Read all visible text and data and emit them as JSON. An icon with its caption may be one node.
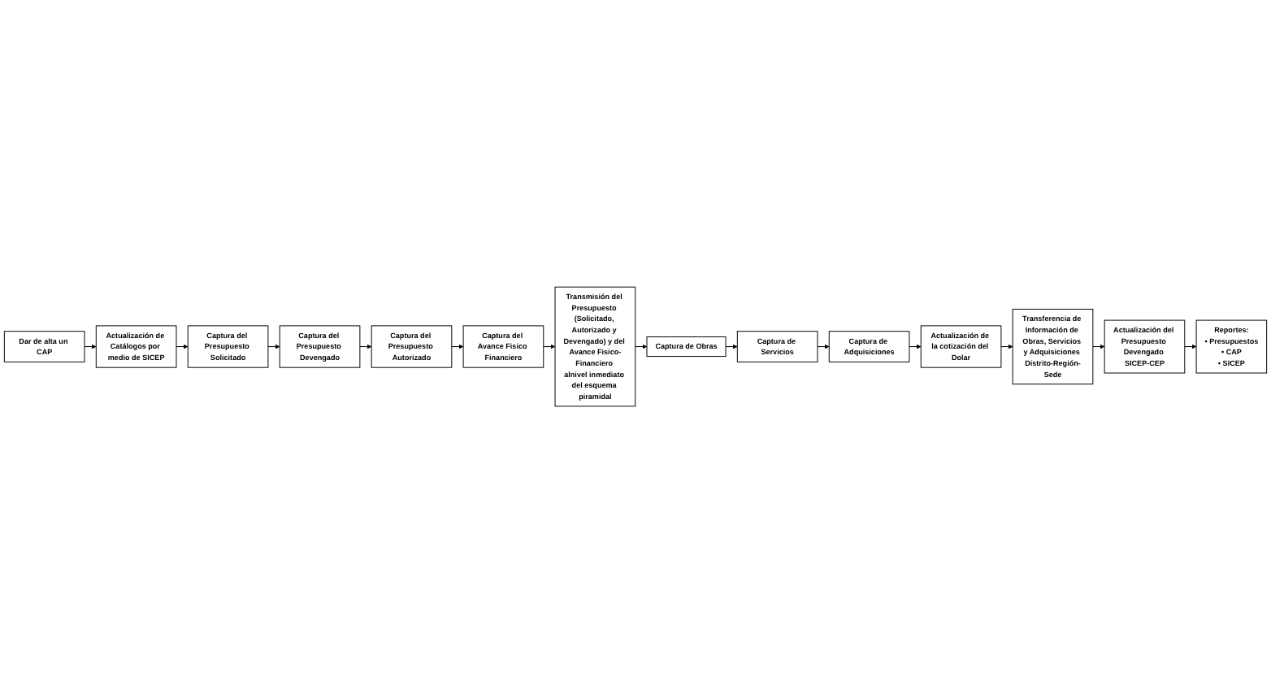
{
  "diagram": {
    "nodes": [
      {
        "text": [
          "Dar de alta un CAP"
        ]
      },
      {
        "text": [
          "Actualización de Catálogos por medio de SICEP"
        ]
      },
      {
        "text": [
          "Captura del Presupuesto Solicitado"
        ]
      },
      {
        "text": [
          "Captura del Presupuesto Devengado"
        ]
      },
      {
        "text": [
          "Captura del Presupuesto Autorizado"
        ]
      },
      {
        "text": [
          "Captura del Avance Fisico Financiero"
        ]
      },
      {
        "text": [
          "Transmisión del Presupuesto (Solicitado, Autorizado y Devengado) y del Avance Fisico-Financiero alnivel inmediato del esquema piramidal"
        ]
      },
      {
        "text": [
          "Captura de Obras"
        ]
      },
      {
        "text": [
          "Captura de Servicios"
        ]
      },
      {
        "text": [
          "Captura de Adquisiciones"
        ]
      },
      {
        "text": [
          "Actualización de la cotización del Dolar"
        ]
      },
      {
        "text": [
          "Transferencia de Información de Obras, Servicios y Adquisiciones Distrito-Región-Sede"
        ]
      },
      {
        "text": [
          "Actualización del Presupuesto Devengado SICEP-CEP"
        ]
      },
      {
        "text": [
          "Reportes:",
          "• Presupuestos",
          "• CAP",
          "• SICEP"
        ]
      }
    ],
    "edges": [
      {
        "from": 0,
        "to": 1,
        "arrow": "to"
      },
      {
        "from": 1,
        "to": 2,
        "arrow": "to"
      },
      {
        "from": 2,
        "to": 3,
        "arrow": "to"
      },
      {
        "from": 3,
        "to": 4,
        "arrow": "to"
      },
      {
        "from": 4,
        "to": 5,
        "arrow": "to"
      },
      {
        "from": 5,
        "to": 6,
        "arrow": "to"
      },
      {
        "from": 6,
        "to": 7,
        "arrow": "to"
      },
      {
        "from": 7,
        "to": 8,
        "arrow": "to"
      },
      {
        "from": 8,
        "to": 9,
        "arrow": "to"
      },
      {
        "from": 9,
        "to": 10,
        "arrow": "to"
      },
      {
        "from": 10,
        "to": 11,
        "arrow": "to"
      },
      {
        "from": 11,
        "to": 12,
        "arrow": "to"
      },
      {
        "from": 12,
        "to": 13,
        "arrow": "to"
      }
    ]
  }
}
